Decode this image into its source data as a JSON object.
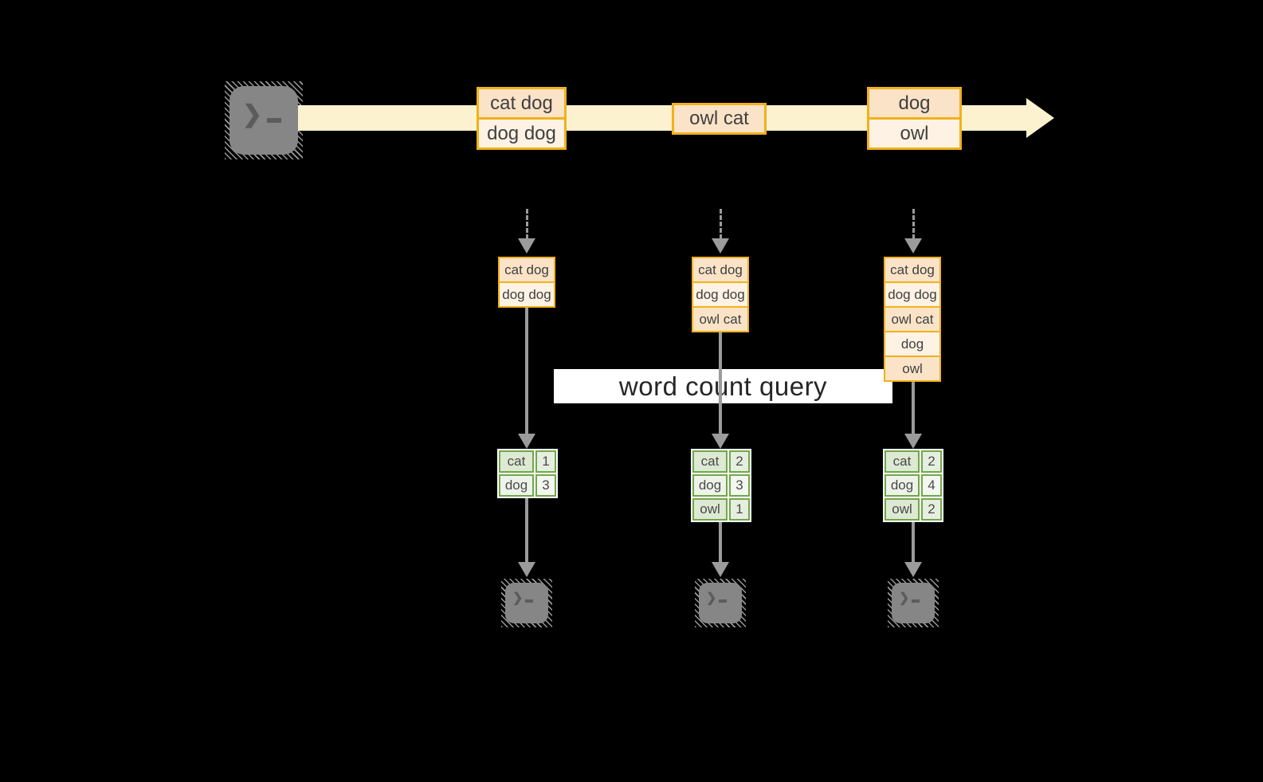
{
  "title": "word count query",
  "colors": {
    "background": "#000000",
    "gold_border": "#f0b21a",
    "peach_fill": "#fbe3c8",
    "cream_fill": "#fdf2e3",
    "stream_arrow": "#fcf2cf",
    "green_border": "#71a74c",
    "green_fill_dark": "#dde9d3",
    "green_fill_light": "#eef3ea",
    "arrow_gray": "#9b9b9b",
    "terminal_gray": "#868686",
    "query_band": "#ffffff"
  },
  "icons": {
    "source_terminal": "terminal-icon",
    "sink_terminal": "terminal-icon"
  },
  "stream": {
    "events": [
      {
        "lines": [
          "cat dog",
          "dog dog"
        ]
      },
      {
        "lines": [
          "owl cat"
        ]
      },
      {
        "lines": [
          "dog",
          "owl"
        ]
      }
    ]
  },
  "columns": [
    {
      "buffer": [
        "cat dog",
        "dog dog"
      ],
      "counts": [
        {
          "word": "cat",
          "count": 1
        },
        {
          "word": "dog",
          "count": 3
        }
      ]
    },
    {
      "buffer": [
        "cat dog",
        "dog dog",
        "owl cat"
      ],
      "counts": [
        {
          "word": "cat",
          "count": 2
        },
        {
          "word": "dog",
          "count": 3
        },
        {
          "word": "owl",
          "count": 1
        }
      ]
    },
    {
      "buffer": [
        "cat dog",
        "dog dog",
        "owl cat",
        "dog",
        "owl"
      ],
      "counts": [
        {
          "word": "cat",
          "count": 2
        },
        {
          "word": "dog",
          "count": 4
        },
        {
          "word": "owl",
          "count": 2
        }
      ]
    }
  ]
}
